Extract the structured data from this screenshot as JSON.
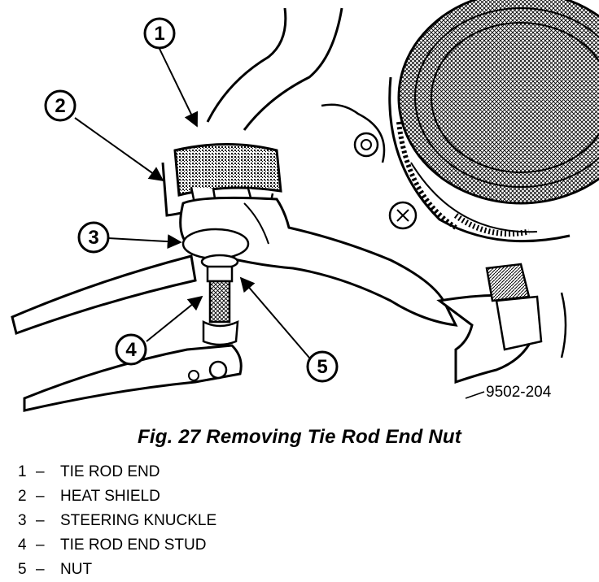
{
  "figure": {
    "callouts": [
      {
        "number": "1"
      },
      {
        "number": "2"
      },
      {
        "number": "3"
      },
      {
        "number": "4"
      },
      {
        "number": "5"
      }
    ],
    "figure_code": "9502-204"
  },
  "caption": "Fig. 27 Removing Tie Rod End Nut",
  "legend": [
    {
      "number": "1",
      "separator": "–",
      "label": "TIE ROD END"
    },
    {
      "number": "2",
      "separator": "–",
      "label": "HEAT SHIELD"
    },
    {
      "number": "3",
      "separator": "–",
      "label": "STEERING KNUCKLE"
    },
    {
      "number": "4",
      "separator": "–",
      "label": "TIE ROD END STUD"
    },
    {
      "number": "5",
      "separator": "–",
      "label": "NUT"
    }
  ]
}
